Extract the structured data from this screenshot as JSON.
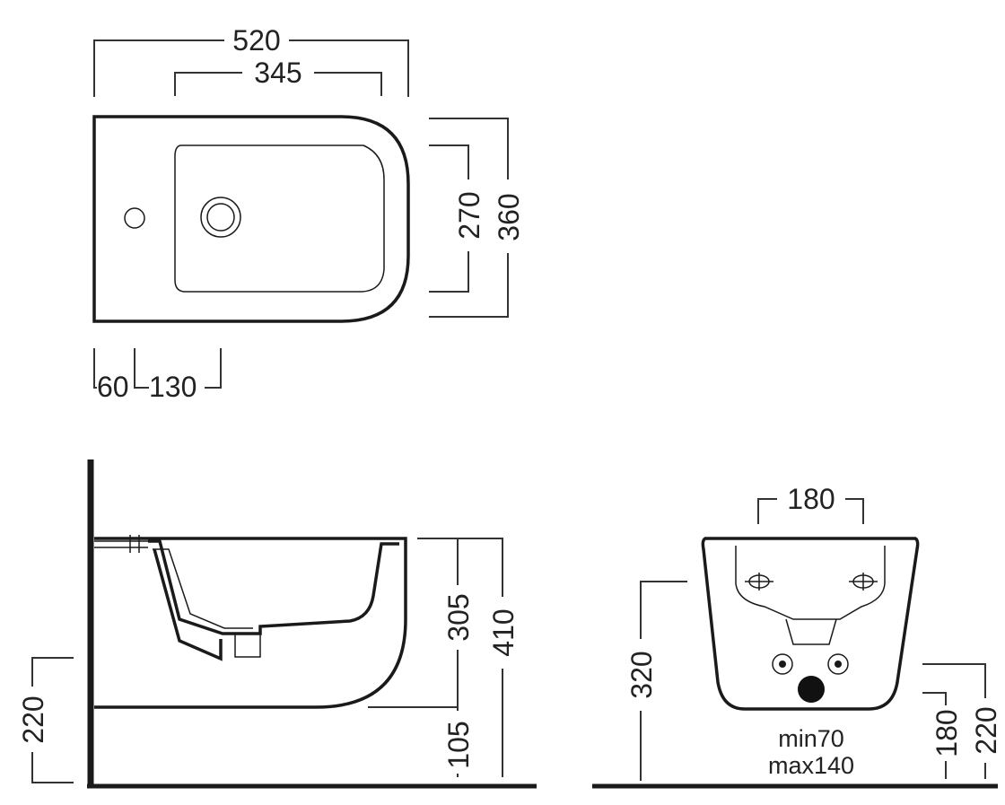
{
  "top_view": {
    "dim_width_overall": "520",
    "dim_width_bowl": "345",
    "dim_depth_bowl": "270",
    "dim_depth_overall": "360",
    "dim_tap_hole_offset": "60",
    "dim_drain_offset": "130"
  },
  "side_view": {
    "dim_bowl_height": "305",
    "dim_total_height": "410",
    "dim_bottom_clearance": "105",
    "dim_mount_height": "220"
  },
  "rear_view": {
    "dim_fixing_spacing": "180",
    "dim_rim_height": "320",
    "dim_supply_min": "min70",
    "dim_supply_max": "max140",
    "dim_waste_height": "180",
    "dim_fixing_height": "220"
  }
}
